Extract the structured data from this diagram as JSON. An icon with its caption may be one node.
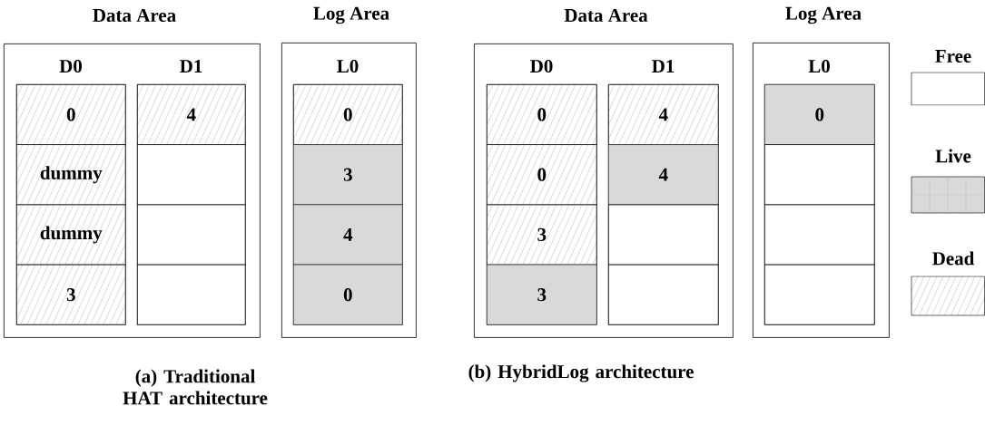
{
  "diagram": {
    "nodes": [
      {
        "text": [
          "Data Area"
        ]
      },
      {
        "text": [
          "D0"
        ],
        "in": 0
      },
      {
        "text": [
          "0"
        ],
        "in": 1
      },
      {
        "text": [
          "dummy"
        ],
        "in": 1
      },
      {
        "text": [
          "dummy"
        ],
        "in": 1
      },
      {
        "text": [
          "3"
        ],
        "in": 1
      },
      {
        "text": [
          "D1"
        ],
        "in": 0
      },
      {
        "text": [
          "4"
        ],
        "in": 6
      },
      {
        "text": [],
        "shape": "box",
        "in": 6
      },
      {
        "text": [],
        "shape": "box",
        "in": 6
      },
      {
        "text": [],
        "shape": "box",
        "in": 6
      },
      {
        "text": [
          "Log Area"
        ]
      },
      {
        "text": [
          "L0"
        ],
        "in": 11
      },
      {
        "text": [
          "0"
        ],
        "in": 12
      },
      {
        "text": [
          "3"
        ],
        "in": 12
      },
      {
        "text": [
          "4"
        ],
        "in": 12
      },
      {
        "text": [
          "0"
        ],
        "in": 12
      },
      {
        "text": [
          "Data Area"
        ]
      },
      {
        "text": [
          "D0"
        ],
        "in": 17
      },
      {
        "text": [
          "0"
        ],
        "in": 18
      },
      {
        "text": [
          "0"
        ],
        "in": 18
      },
      {
        "text": [
          "3"
        ],
        "in": 18
      },
      {
        "text": [
          "3"
        ],
        "in": 18
      },
      {
        "text": [
          "D1"
        ],
        "in": 17
      },
      {
        "text": [
          "4"
        ],
        "in": 23
      },
      {
        "text": [
          "4"
        ],
        "in": 23
      },
      {
        "text": [],
        "shape": "box",
        "in": 23
      },
      {
        "text": [],
        "shape": "box",
        "in": 23
      },
      {
        "text": [
          "Log Area"
        ]
      },
      {
        "text": [
          "L0"
        ],
        "in": 28
      },
      {
        "text": [
          "0"
        ],
        "in": 29
      },
      {
        "text": [],
        "shape": "box",
        "in": 29
      },
      {
        "text": [],
        "shape": "box",
        "in": 29
      },
      {
        "text": [],
        "shape": "box",
        "in": 29
      }
    ],
    "labels": [
      "(a) Traditional HAT architecture",
      "(b) HybridLog architecture"
    ],
    "legend": [
      {
        "text": "Free"
      },
      {
        "text": "Live"
      },
      {
        "text": "Dead"
      }
    ]
  }
}
